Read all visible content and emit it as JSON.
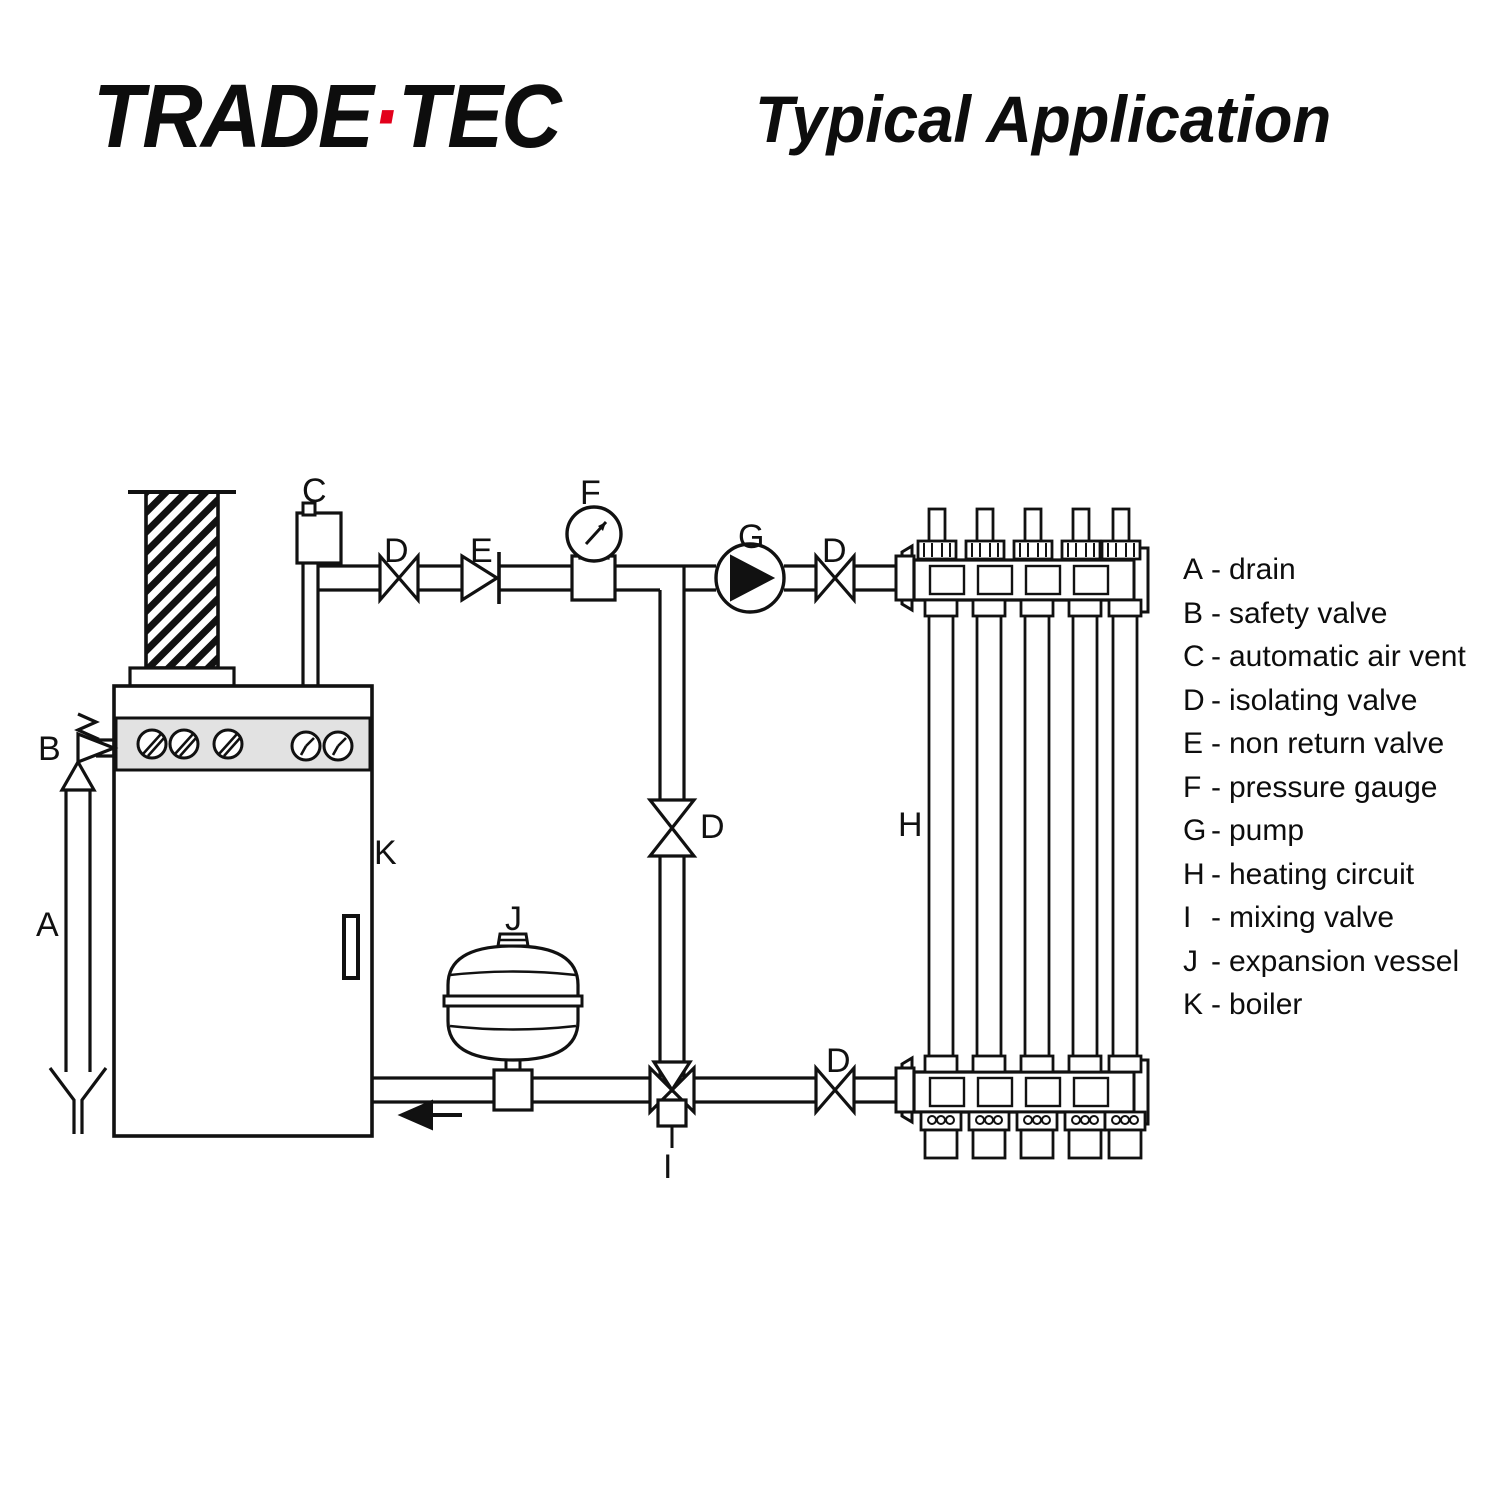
{
  "header": {
    "logo_part1": "TRADE",
    "logo_dot": "·",
    "logo_part2": "TEC",
    "title": "Typical Application"
  },
  "legend": {
    "items": [
      {
        "key": "A",
        "dash": "-",
        "label": "drain"
      },
      {
        "key": "B",
        "dash": "-",
        "label": "safety valve"
      },
      {
        "key": "C",
        "dash": "-",
        "label": "automatic air vent"
      },
      {
        "key": "D",
        "dash": "-",
        "label": "isolating valve"
      },
      {
        "key": "E",
        "dash": "-",
        "label": "non return valve"
      },
      {
        "key": "F",
        "dash": "-",
        "label": "pressure gauge"
      },
      {
        "key": "G",
        "dash": "-",
        "label": "pump"
      },
      {
        "key": "H",
        "dash": "-",
        "label": "heating circuit"
      },
      {
        "key": "I",
        "dash": "-",
        "label": "mixing valve"
      },
      {
        "key": "J",
        "dash": "-",
        "label": "expansion vessel"
      },
      {
        "key": "K",
        "dash": "-",
        "label": "boiler"
      }
    ]
  },
  "diagram": {
    "callouts": {
      "a_drain": "A",
      "b_safety_valve": "B",
      "c_air_vent": "C",
      "d_isolating_valve_1": "D",
      "e_non_return_valve": "E",
      "f_pressure_gauge": "F",
      "g_pump": "G",
      "d_isolating_valve_2": "D",
      "d_isolating_valve_bypass": "D",
      "d_isolating_valve_return": "D",
      "h_heating_circuit": "H",
      "i_mixing_valve": "I",
      "j_expansion_vessel": "J",
      "k_boiler": "K"
    },
    "colors": {
      "line": "#111111",
      "panel_fill": "#e2e2e2",
      "accent_red": "#e3001b",
      "background": "#ffffff"
    },
    "manifold_circuit_count": 5
  }
}
